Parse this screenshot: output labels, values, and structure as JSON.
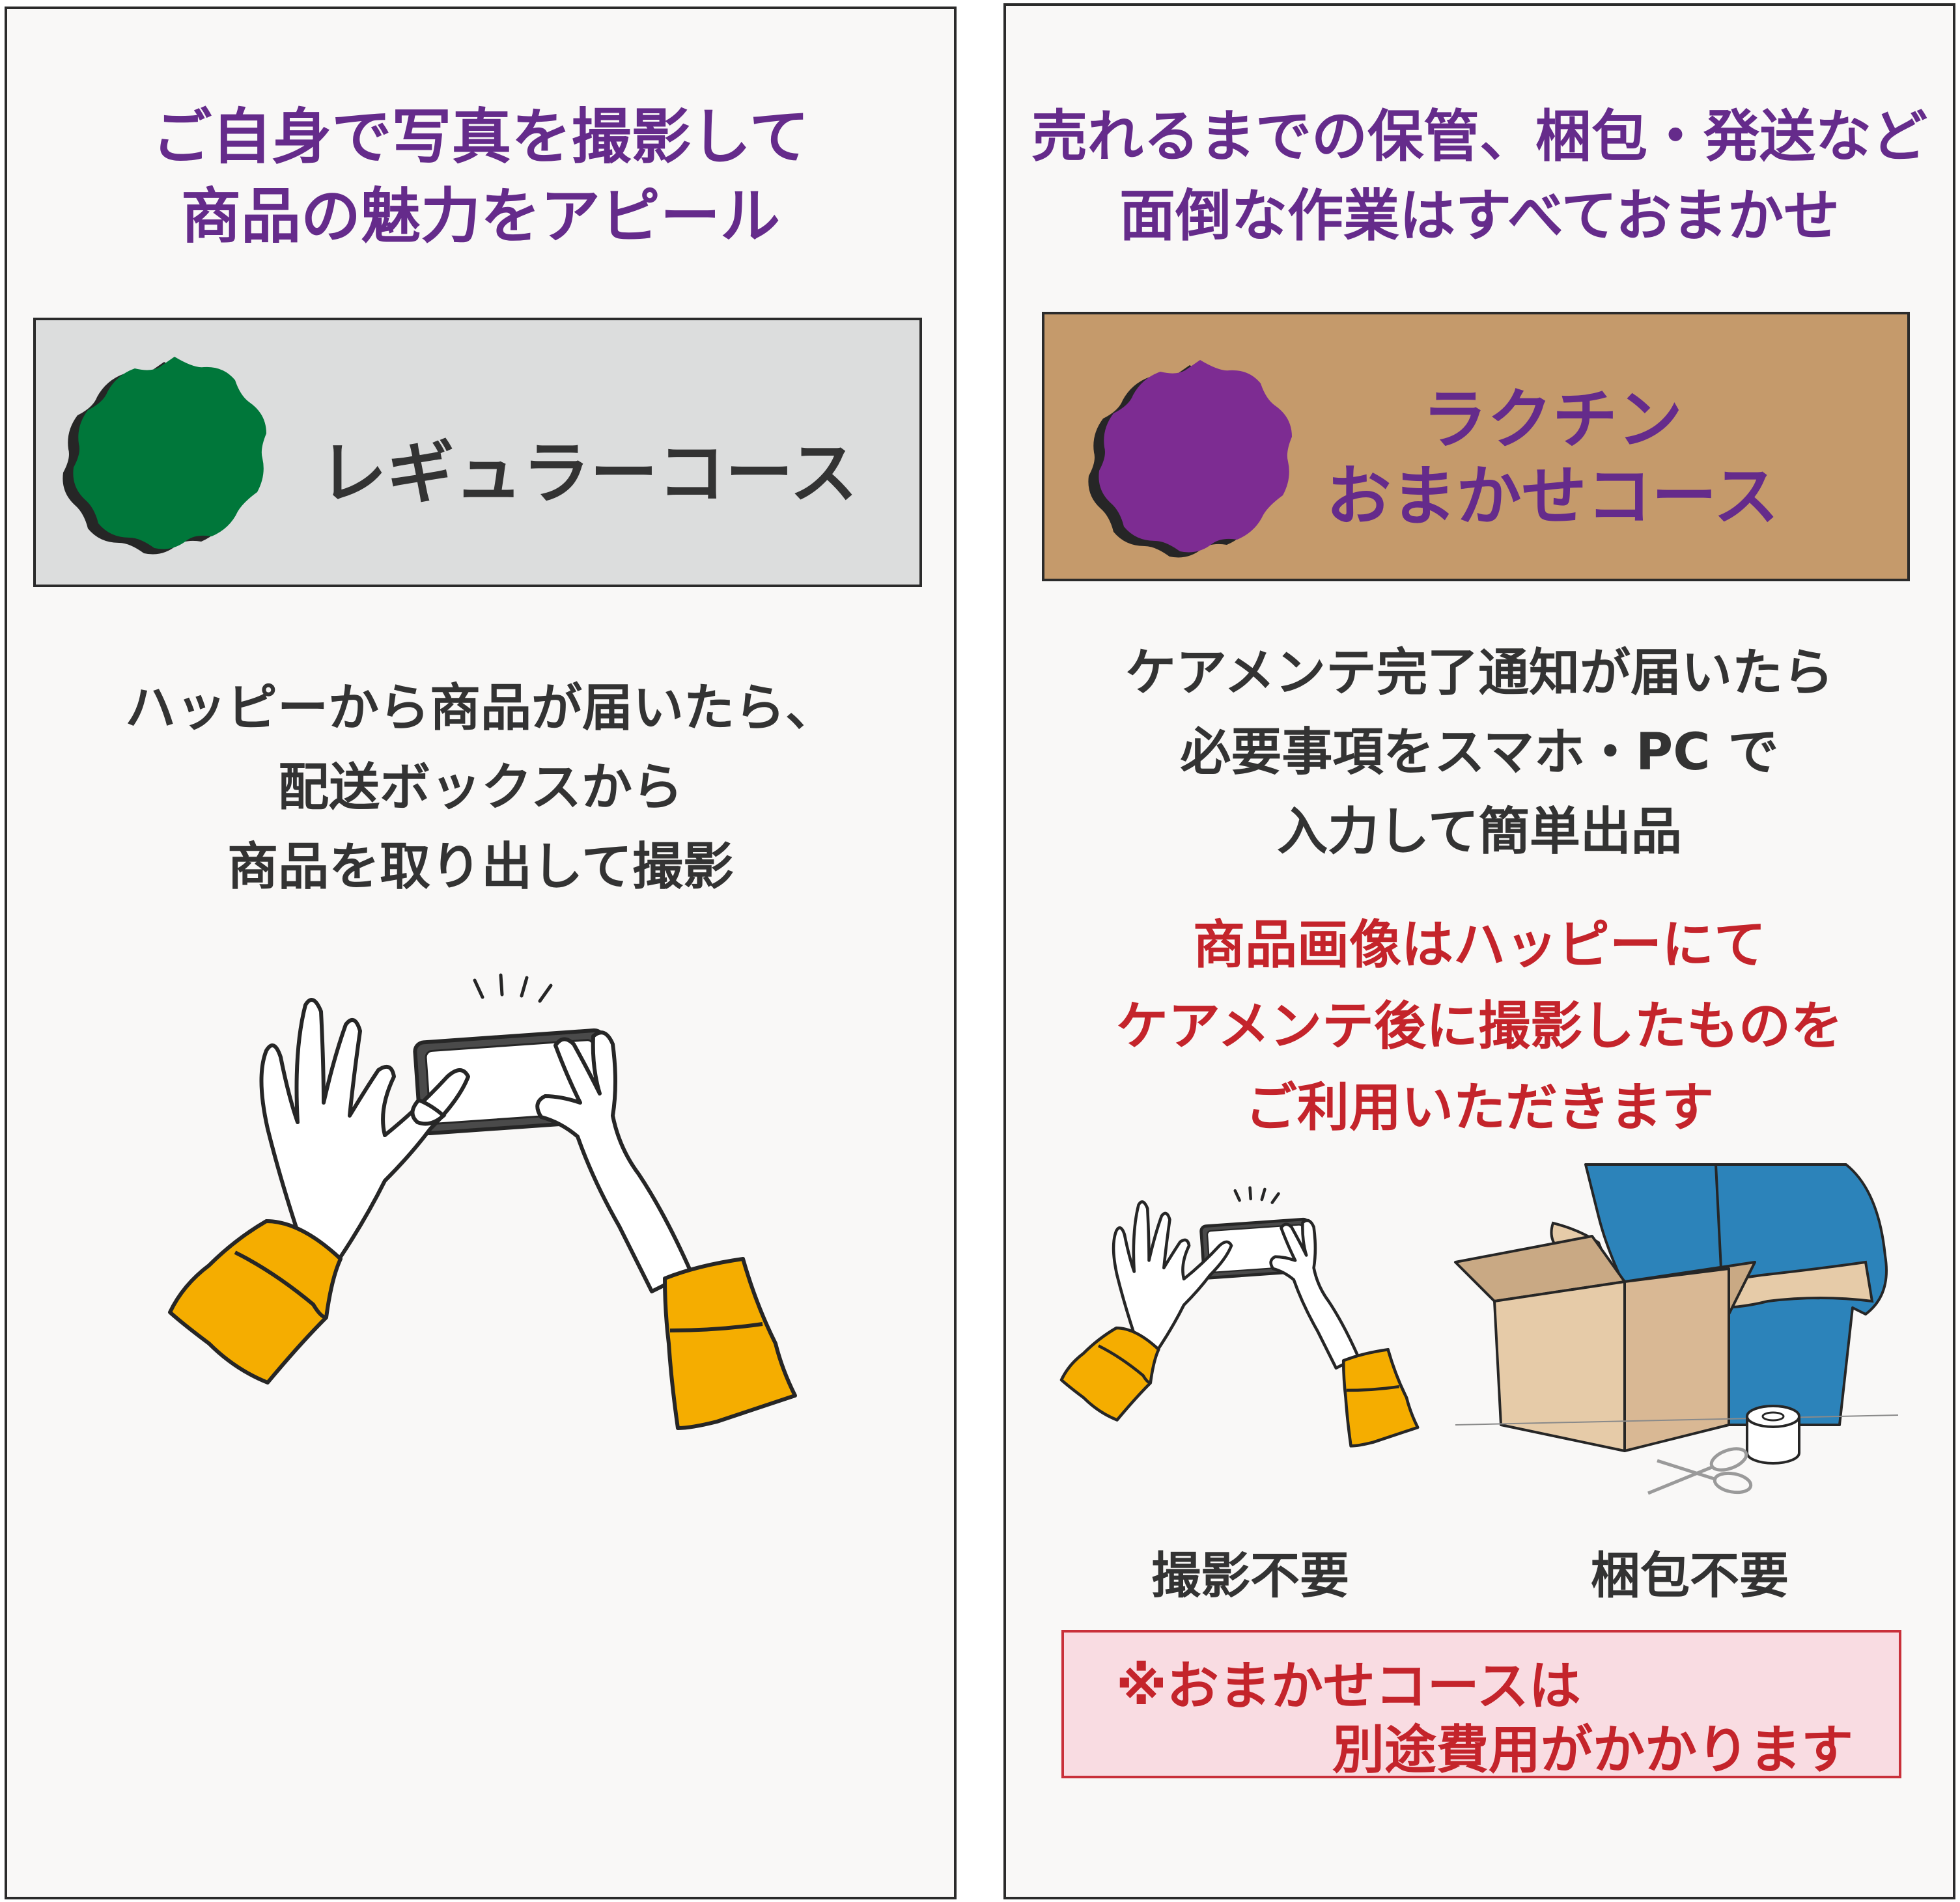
{
  "left": {
    "heading": [
      "ご自身で写真を撮影して",
      "商品の魅力をアピール"
    ],
    "course_label": "レギュラーコース",
    "description": [
      "ハッピーから商品が届いたら、",
      "配送ボックスから",
      "商品を取り出して撮影"
    ]
  },
  "right": {
    "heading": [
      "売れるまでの保管、梱包・発送など",
      "面倒な作業はすべておまかせ"
    ],
    "course_label": [
      "ラクチン",
      "おまかせコース"
    ],
    "description": [
      "ケアメンテ完了通知が届いたら",
      "必要事項をスマホ・PC で",
      "入力して簡単出品"
    ],
    "notice": [
      "商品画像はハッピーにて",
      "ケアメンテ後に撮影したものを",
      "ご利用いただきます"
    ],
    "caption_photo": "撮影不要",
    "caption_pack": "梱包不要",
    "note": [
      "※おまかせコースは",
      "別途費用がかかります"
    ]
  },
  "colors": {
    "heading_purple": "#652b8b",
    "body_gray": "#333333",
    "alert_red": "#c4242b",
    "regular_badge_green": "#00773a",
    "omakase_badge_purple": "#7d2c92",
    "regular_banner_bg": "#dcdddd",
    "omakase_banner_bg": "#c59a6b",
    "note_bg": "#f9dce2",
    "panel_bg": "#f9f8f7",
    "sleeve_yellow": "#f5ad00",
    "shirt_blue": "#2c83ba",
    "box_tan": "#e6cba8"
  },
  "icons": [
    "scalloped-badge-icon",
    "hands-smartphone-icon",
    "person-packing-box-icon",
    "tape-roll-icon",
    "scissors-icon"
  ]
}
